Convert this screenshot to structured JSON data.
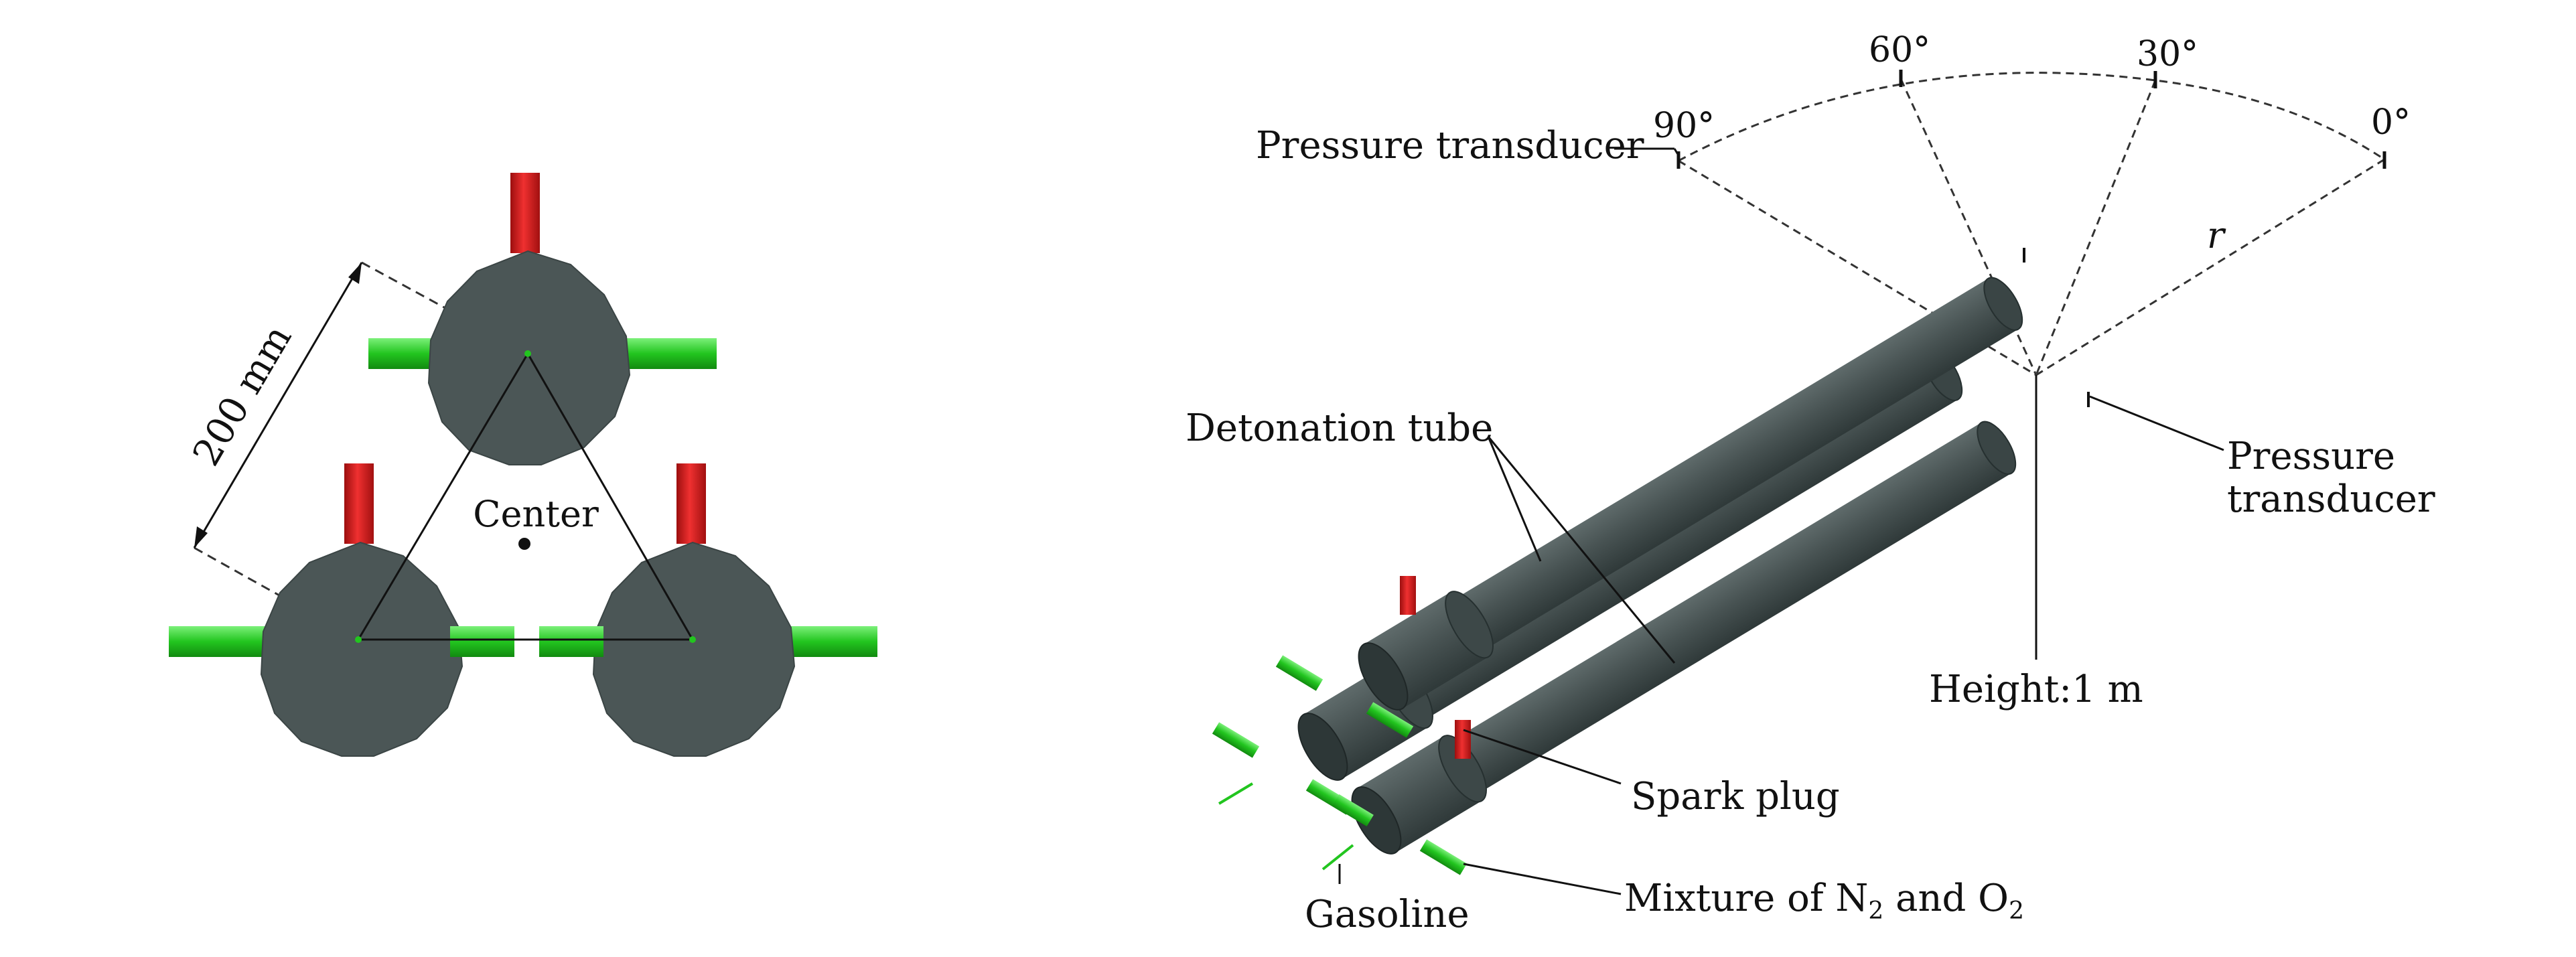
{
  "colors": {
    "tube_body": "#4a5555",
    "tube_dark": "#2e3838",
    "tube_light": "#6a7777",
    "inlet_green": "#22c51f",
    "inlet_green_light": "#7cf07a",
    "spark_red": "#d01818",
    "line": "#111111",
    "dash": "#333333"
  },
  "left_view": {
    "dimension_label": "200 mm",
    "center_label": "Center"
  },
  "right_view": {
    "angle_labels": [
      "90°",
      "60°",
      "30°",
      "0°"
    ],
    "radius_label": "r",
    "pressure_transducer_top": "Pressure transducer",
    "detonation_tube": "Detonation tube",
    "pressure_transducer_right_line1": "Pressure",
    "pressure_transducer_right_line2": "transducer",
    "height": "Height:1 m",
    "spark_plug": "Spark plug",
    "gasoline": "Gasoline",
    "mixture_prefix": "Mixture of N",
    "mixture_sub1": "2",
    "mixture_middle": " and O",
    "mixture_sub2": "2"
  }
}
